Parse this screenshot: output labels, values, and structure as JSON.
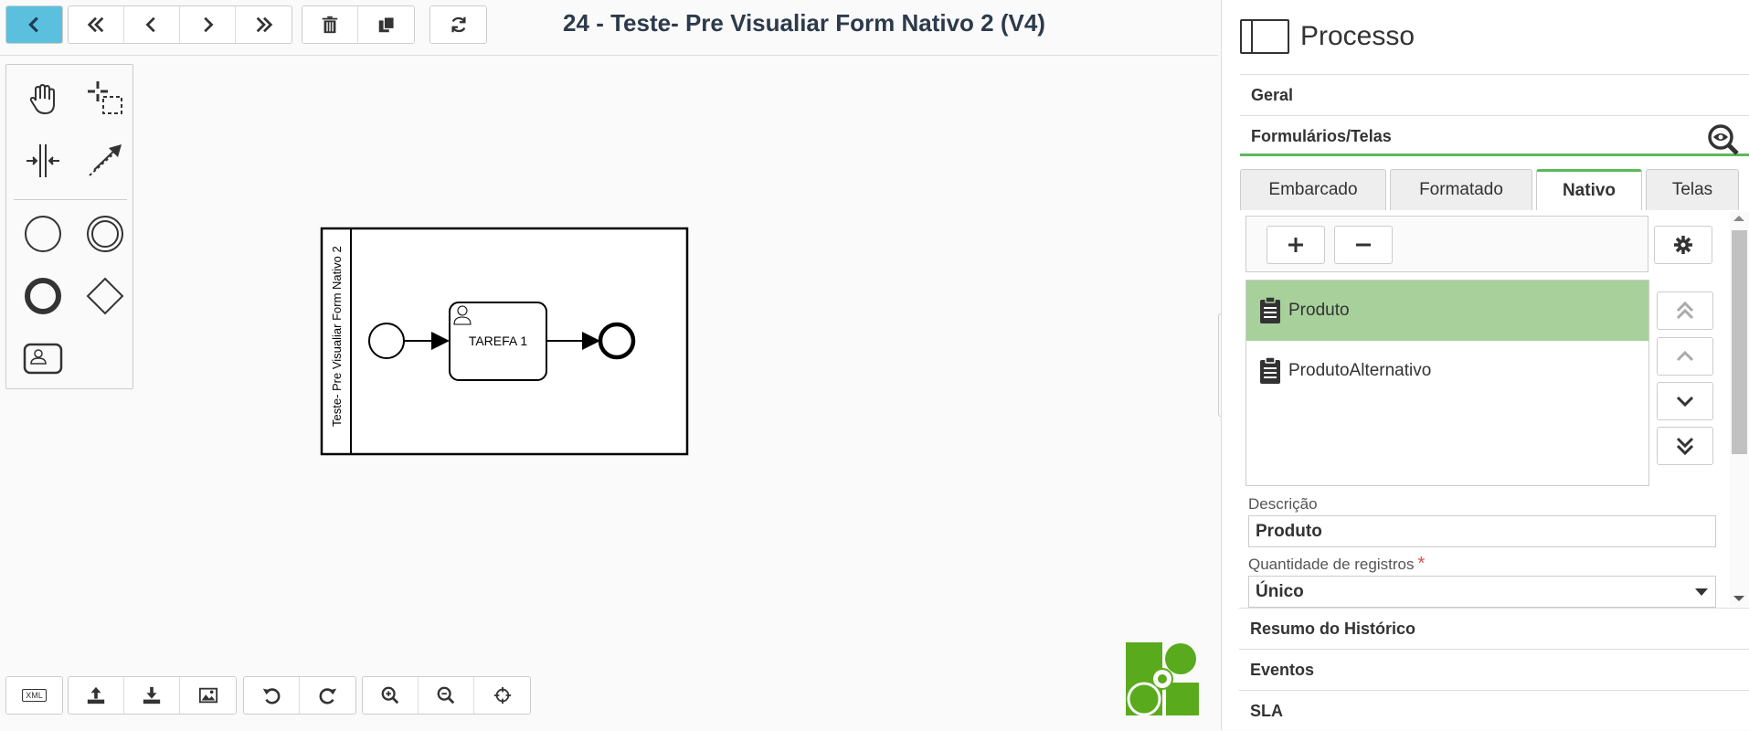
{
  "toolbar": {
    "title": "24 - Teste- Pre Visualiar Form Nativo 2 (V4)"
  },
  "diagram": {
    "pool_label": "Teste- Pre Visualiar Form Nativo 2",
    "task_label": "TAREFA 1"
  },
  "bottombar": {
    "xml_label": "XML"
  },
  "panel": {
    "title": "Processo",
    "sections": {
      "geral": "Geral",
      "formularios": "Formulários/Telas",
      "resumo": "Resumo do Histórico",
      "eventos": "Eventos",
      "sla": "SLA"
    },
    "tabs": [
      "Embarcado",
      "Formatado",
      "Nativo",
      "Telas"
    ],
    "list": [
      "Produto",
      "ProdutoAlternativo"
    ],
    "descricao_label": "Descrição",
    "descricao_value": "Produto",
    "quantidade_label": "Quantidade de registros",
    "quantidade_required": "*",
    "quantidade_value": "Único"
  },
  "colors": {
    "primary_button": "#5bc0de",
    "active_accent": "#5cb85c",
    "selected_row": "#a8d09b",
    "logo_green": "#5aaa1e",
    "required": "#d9534f"
  }
}
